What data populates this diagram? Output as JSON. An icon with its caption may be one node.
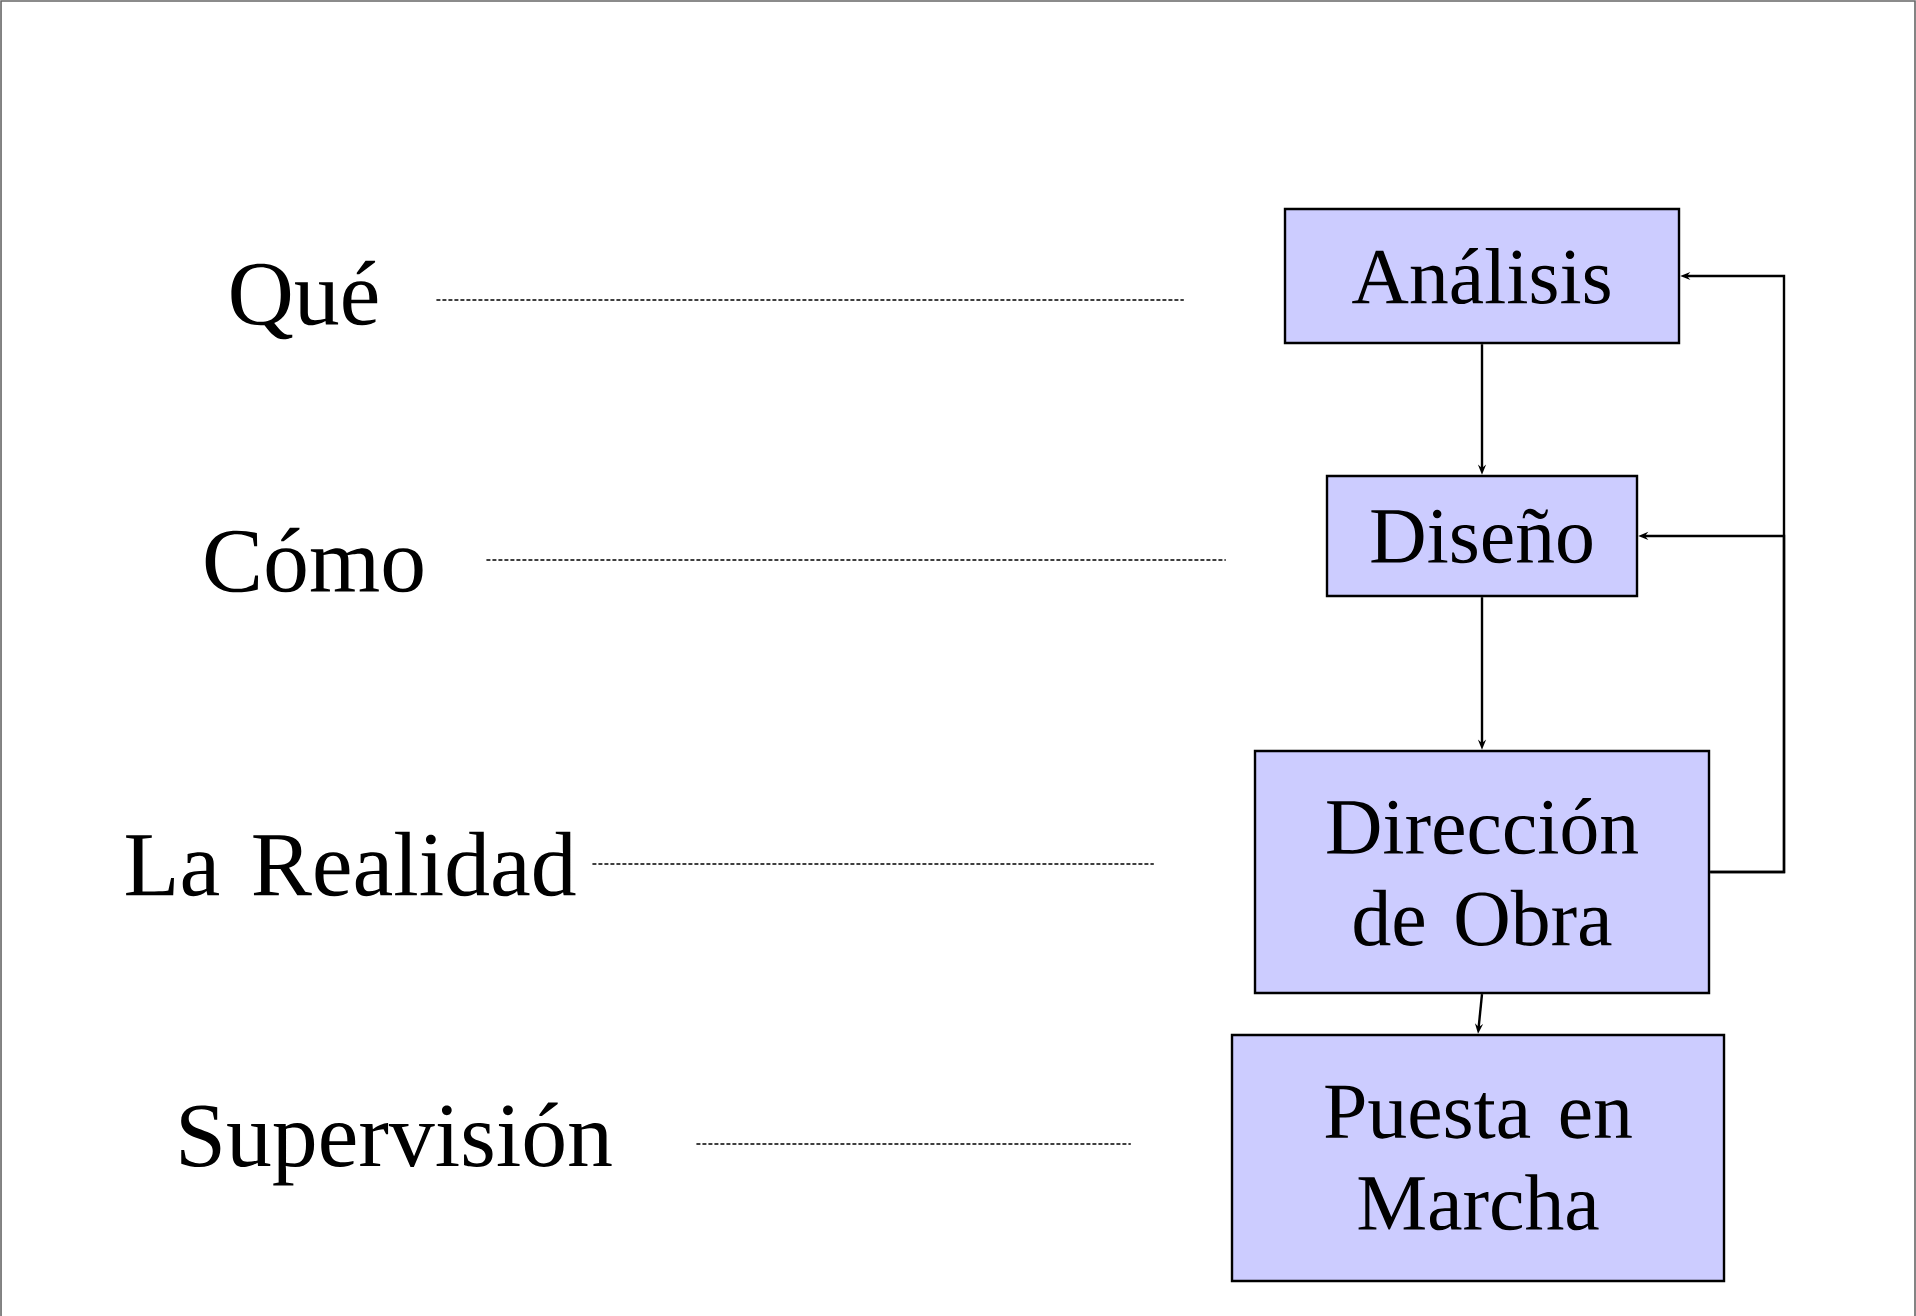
{
  "diagram": {
    "nodes": [
      {
        "text": [
          "Qué"
        ]
      },
      {
        "text": [
          "Análisis"
        ]
      },
      {
        "text": [
          "Cómo"
        ]
      },
      {
        "text": [
          "Diseño"
        ]
      },
      {
        "text": [
          "La Realidad"
        ]
      },
      {
        "text": [
          "Dirección de Obra"
        ]
      },
      {
        "text": [
          "Supervisión"
        ]
      },
      {
        "text": [
          "Puesta en Marcha"
        ]
      }
    ],
    "edges": [
      {
        "from": 0,
        "to": 1,
        "arrow": "none",
        "style": "dashed"
      },
      {
        "from": 2,
        "to": 3,
        "arrow": "none",
        "style": "dashed"
      },
      {
        "from": 4,
        "to": 5,
        "arrow": "none",
        "style": "dashed"
      },
      {
        "from": 6,
        "to": 7,
        "arrow": "none",
        "style": "dashed"
      },
      {
        "from": 1,
        "to": 3,
        "arrow": "to"
      },
      {
        "from": 3,
        "to": 5,
        "arrow": "to"
      },
      {
        "from": 5,
        "to": 7,
        "arrow": "to"
      },
      {
        "from": 5,
        "to": 3,
        "arrow": "to"
      },
      {
        "from": 5,
        "to": 1,
        "arrow": "to"
      }
    ]
  }
}
